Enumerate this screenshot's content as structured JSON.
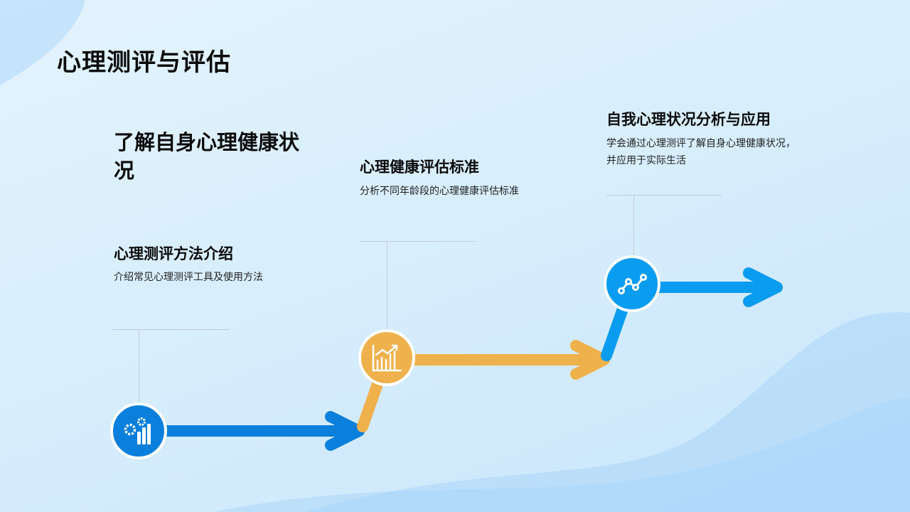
{
  "slide": {
    "title": "心理测评与评估",
    "intro_heading": "了解自身心理健康状况",
    "steps": [
      {
        "heading": "心理测评方法介绍",
        "desc": "介绍常见心理测评工具及使用方法",
        "icon": "gears-bar-chart-icon",
        "color": "#0a7fdc"
      },
      {
        "heading": "心理健康评估标准",
        "desc": "分析不同年龄段的心理健康评估标准",
        "icon": "growth-chart-icon",
        "color": "#efb14b"
      },
      {
        "heading": "自我心理状况分析与应用",
        "desc": "学会通过心理测评了解自身心理健康状况，并应用于实际生活",
        "icon": "line-graph-icon",
        "color": "#0a9cef"
      }
    ]
  }
}
